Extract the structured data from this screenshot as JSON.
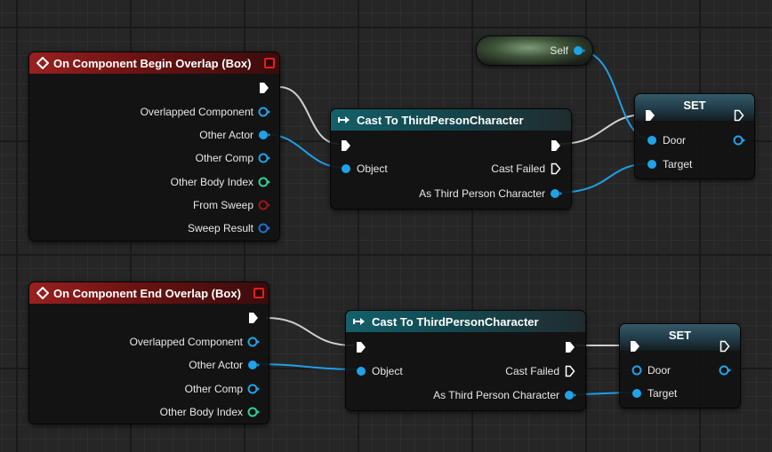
{
  "colors": {
    "exec": "#ffffff",
    "object_pin": "#1fa3e8",
    "struct_pin": "#1f6fd0",
    "int_pin": "#2fcf9e",
    "bool_pin": "#a01414",
    "event_header": "#8b1c1c",
    "cast_header": "#12606a"
  },
  "graph_nodes": {
    "begin_event": {
      "title": "On Component Begin Overlap (Box)",
      "pins": [
        "Overlapped Component",
        "Other Actor",
        "Other Comp",
        "Other Body Index",
        "From Sweep",
        "Sweep Result"
      ]
    },
    "cast1": {
      "title": "Cast To ThirdPersonCharacter",
      "object_label": "Object",
      "cast_failed_label": "Cast Failed",
      "as_label": "As Third Person Character"
    },
    "self_node": {
      "label": "Self"
    },
    "set1": {
      "title": "SET",
      "door_label": "Door",
      "target_label": "Target"
    },
    "end_event": {
      "title": "On Component End Overlap (Box)",
      "pins": [
        "Overlapped Component",
        "Other Actor",
        "Other Comp",
        "Other Body Index"
      ]
    },
    "cast2": {
      "title": "Cast To ThirdPersonCharacter",
      "object_label": "Object",
      "cast_failed_label": "Cast Failed",
      "as_label": "As Third Person Character"
    },
    "set2": {
      "title": "SET",
      "door_label": "Door",
      "target_label": "Target"
    }
  }
}
